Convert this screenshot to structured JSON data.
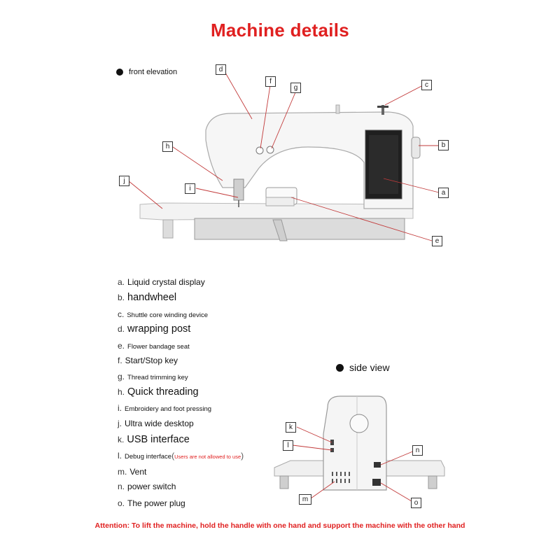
{
  "page": {
    "title": "Machine details",
    "front_label": "front elevation",
    "side_label": "side view",
    "attention": "Attention: To lift the machine, hold the handle with one hand and support the machine with the other hand"
  },
  "callouts": {
    "a": "a",
    "b": "b",
    "c": "c",
    "d": "d",
    "e": "e",
    "f": "f",
    "g": "g",
    "h": "h",
    "i": "i",
    "j": "j",
    "k": "k",
    "l": "l",
    "m": "m",
    "n": "n",
    "o": "o"
  },
  "legend": [
    {
      "key": "a.",
      "text": "Liquid crystal display"
    },
    {
      "key": "b.",
      "text": "handwheel"
    },
    {
      "key": "c.",
      "text": "Shuttle core winding device"
    },
    {
      "key": "d.",
      "text": "wrapping post"
    },
    {
      "key": "e.",
      "text": "Flower bandage seat"
    },
    {
      "key": "f.",
      "text": "Start/Stop key"
    },
    {
      "key": "g.",
      "text": "Thread trimming key"
    },
    {
      "key": "h.",
      "text": "Quick threading"
    },
    {
      "key": "i.",
      "text": "Embroidery and foot pressing"
    },
    {
      "key": "j.",
      "text": "Ultra wide desktop"
    },
    {
      "key": "k.",
      "text": "USB interface"
    },
    {
      "key": "l.",
      "text": "Debug interface",
      "paren_open": "(",
      "warning": "Users are not allowed to use",
      "paren_close": ")"
    },
    {
      "key": "m.",
      "text": "Vent"
    },
    {
      "key": "n.",
      "text": "power switch"
    },
    {
      "key": "o.",
      "text": "The power plug"
    }
  ],
  "colors": {
    "accent_red": "#e02020",
    "machine_body": "#f4f4f4",
    "screen": "#1a1a1a"
  }
}
